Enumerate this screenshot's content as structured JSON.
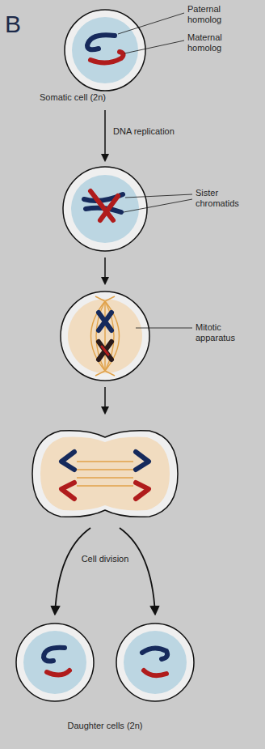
{
  "diagram": {
    "labels": [
      "B",
      "Paternal homolog",
      "Maternal homolog",
      "Somatic cell (2n)",
      "DNA replication",
      "Sister chromatids",
      "Mitotic apparatus",
      "Cell division",
      "Daughter cells (2n)"
    ]
  }
}
